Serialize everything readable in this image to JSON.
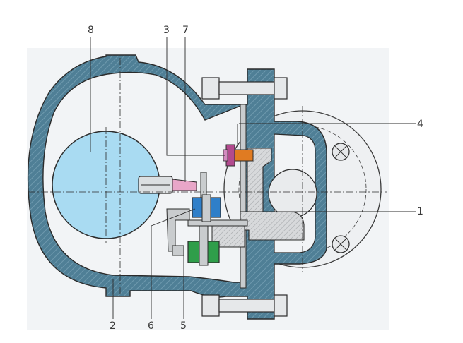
{
  "diagram": {
    "callouts": [
      {
        "id": "c1",
        "label": "1"
      },
      {
        "id": "c2",
        "label": "2"
      },
      {
        "id": "c3",
        "label": "3"
      },
      {
        "id": "c4",
        "label": "4"
      },
      {
        "id": "c5",
        "label": "5"
      },
      {
        "id": "c6",
        "label": "6"
      },
      {
        "id": "c7",
        "label": "7"
      },
      {
        "id": "c8",
        "label": "8"
      }
    ]
  },
  "colors": {
    "background_panel": "#f2f4f6",
    "body_shell": "#4f7f96",
    "body_hatch": "#6f9aae",
    "float_ball": "#a9dbf2",
    "part_blue": "#2f7fc9",
    "part_green": "#2f9e4a",
    "part_orange": "#e07b22",
    "part_pink": "#e8a6c8",
    "steel_grey": "#c9ccce",
    "line_dark": "#2b2b2b"
  }
}
